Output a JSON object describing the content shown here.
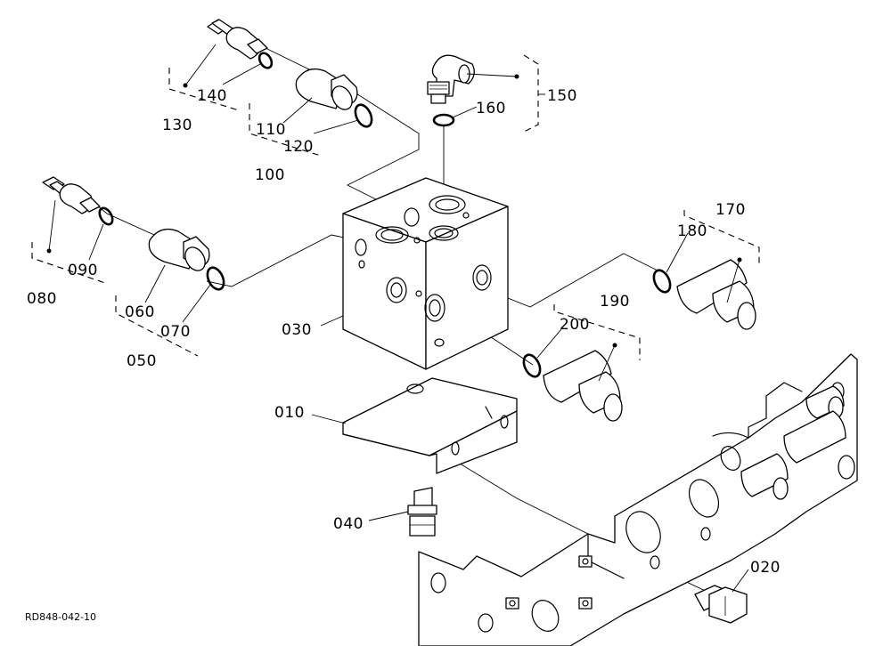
{
  "diagram": {
    "figure_code": "RD848-042-10",
    "callouts": [
      {
        "id": "c140",
        "text": "140"
      },
      {
        "id": "c130",
        "text": "130"
      },
      {
        "id": "c110",
        "text": "110"
      },
      {
        "id": "c120",
        "text": "120"
      },
      {
        "id": "c100",
        "text": "100"
      },
      {
        "id": "c160",
        "text": "160"
      },
      {
        "id": "c150",
        "text": "150"
      },
      {
        "id": "c090",
        "text": "090"
      },
      {
        "id": "c080",
        "text": "080"
      },
      {
        "id": "c060",
        "text": "060"
      },
      {
        "id": "c070",
        "text": "070"
      },
      {
        "id": "c050",
        "text": "050"
      },
      {
        "id": "c030",
        "text": "030"
      },
      {
        "id": "c170",
        "text": "170"
      },
      {
        "id": "c180",
        "text": "180"
      },
      {
        "id": "c190",
        "text": "190"
      },
      {
        "id": "c200",
        "text": "200"
      },
      {
        "id": "c010",
        "text": "010"
      },
      {
        "id": "c040",
        "text": "040"
      },
      {
        "id": "c020",
        "text": "020"
      }
    ]
  }
}
